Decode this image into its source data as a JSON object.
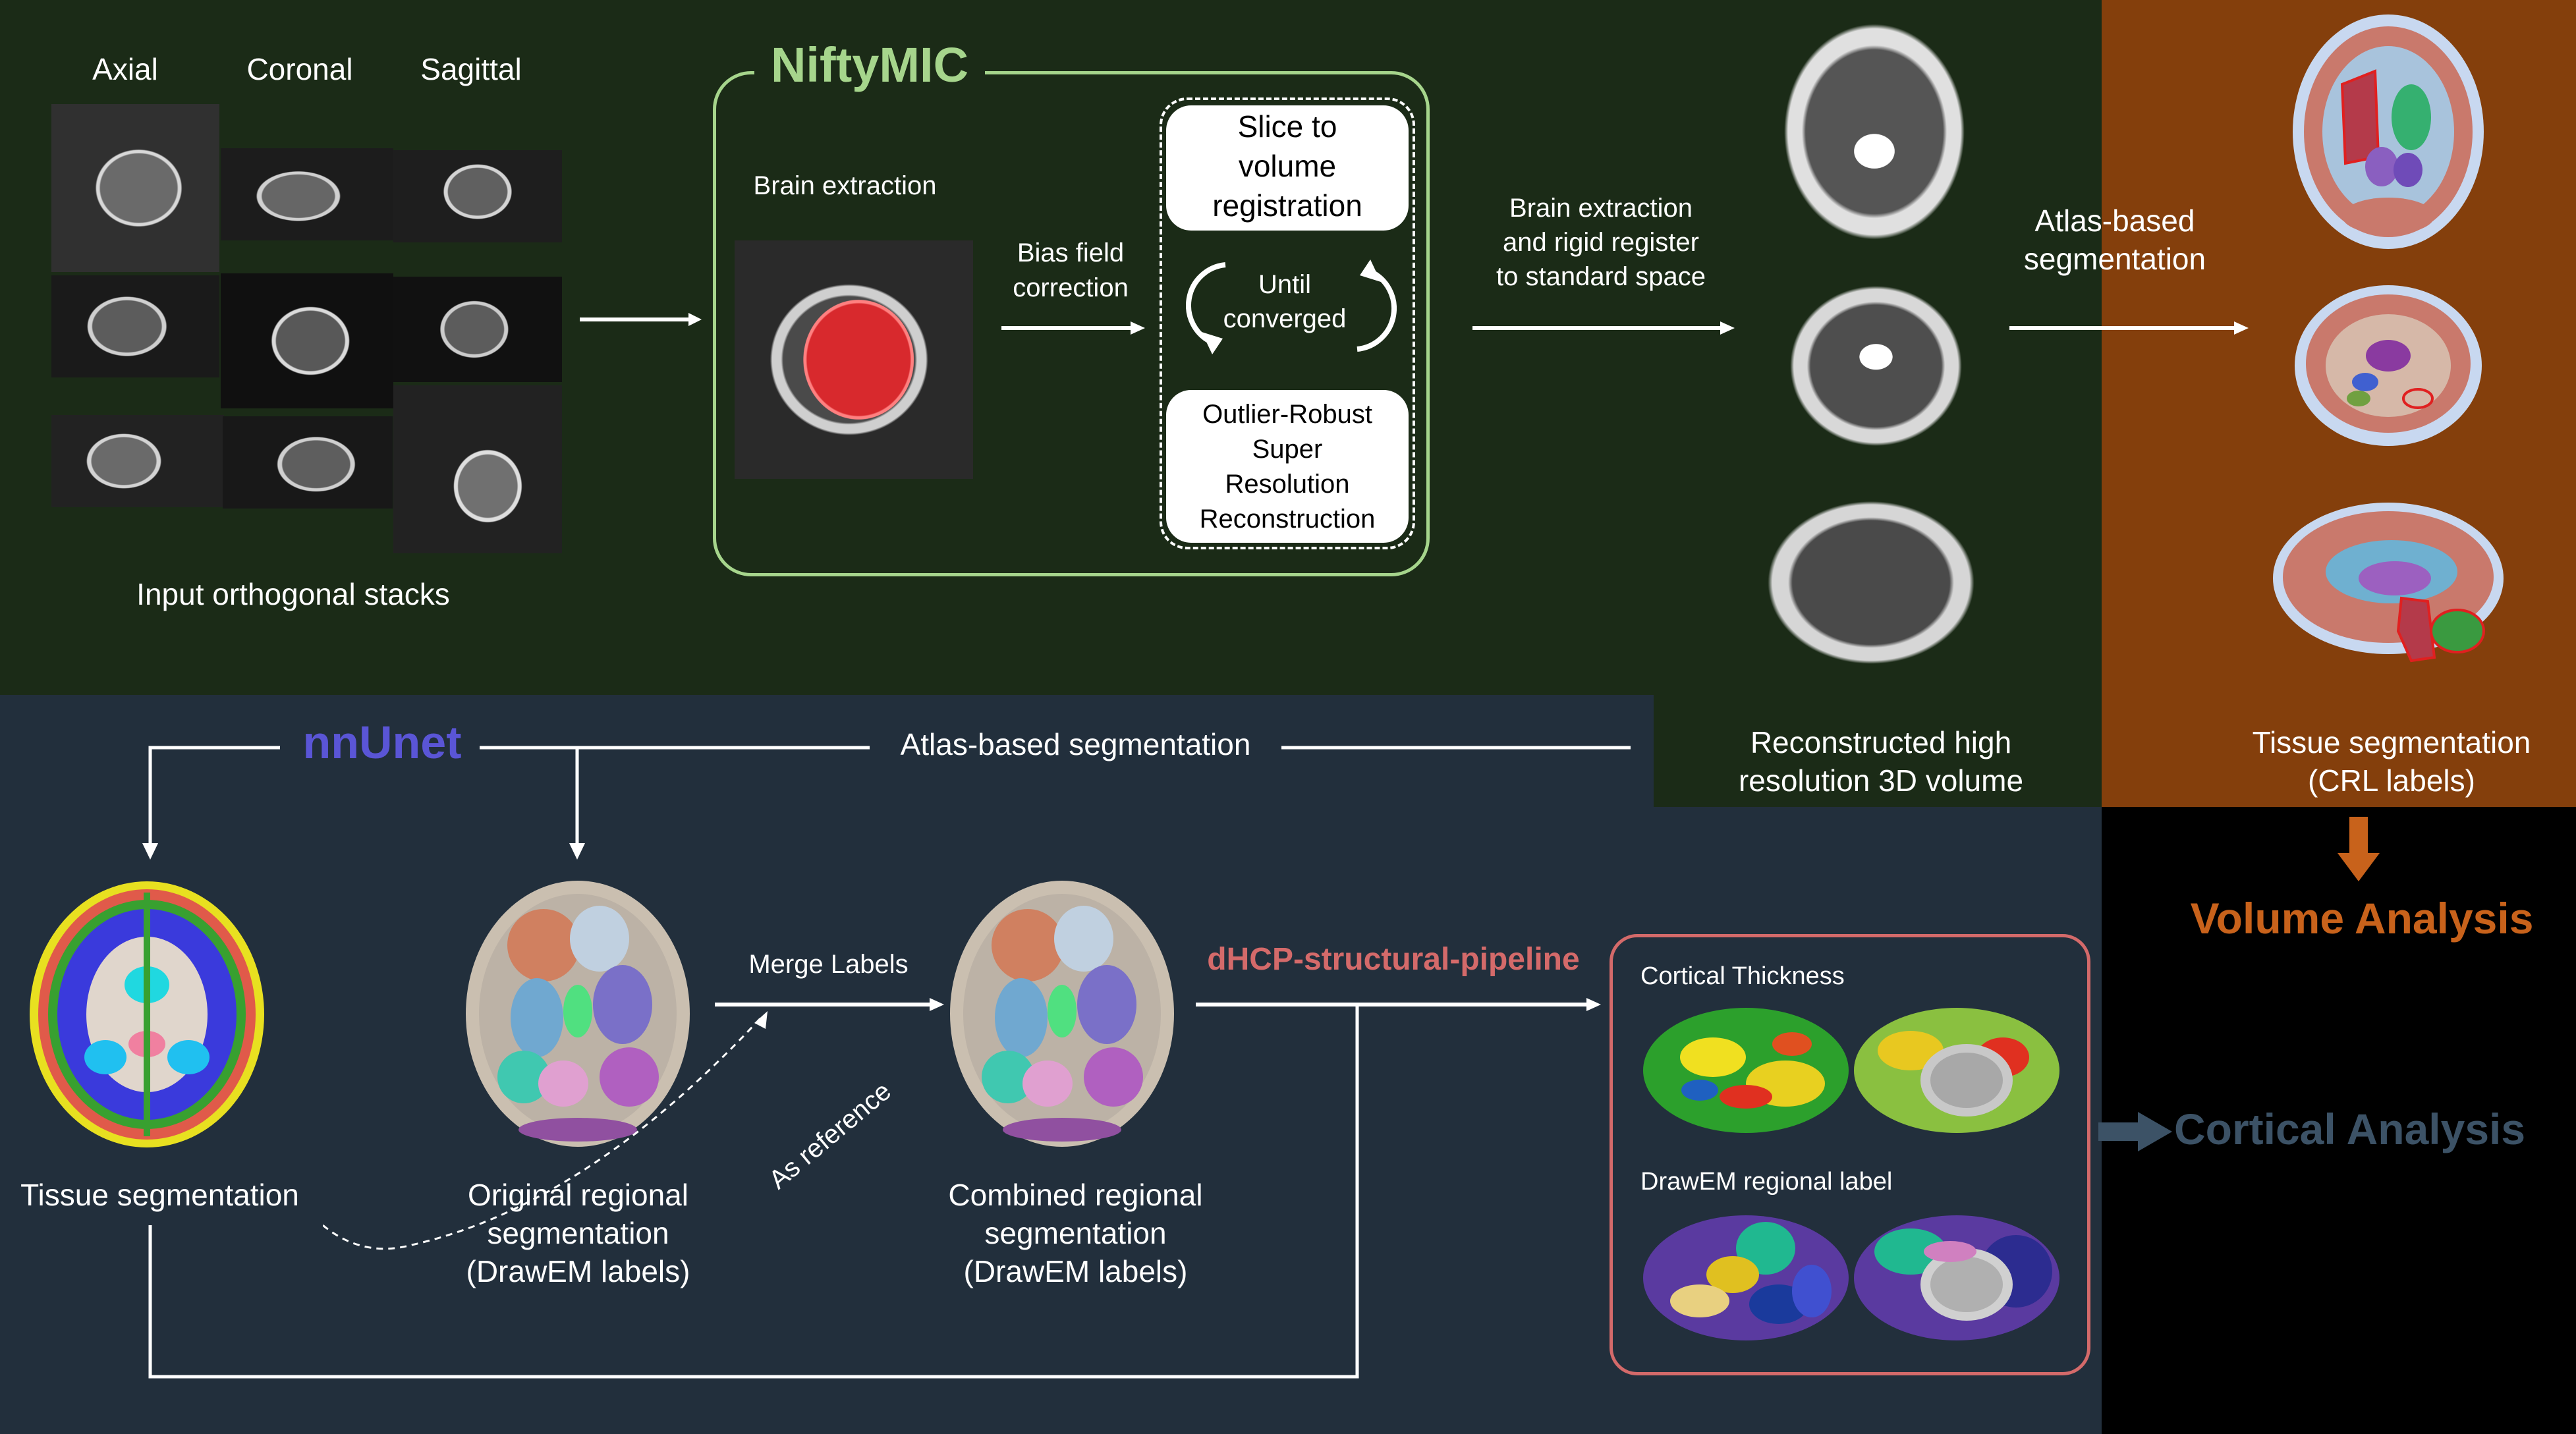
{
  "top": {
    "stack_views": [
      "Axial",
      "Coronal",
      "Sagittal"
    ],
    "input_caption": "Input orthogonal stacks",
    "niftymic_title": "NiftyMIC",
    "brain_extraction": "Brain extraction",
    "bias_field": [
      "Bias field",
      "correction"
    ],
    "slice_to_volume": [
      "Slice to",
      "volume",
      "registration"
    ],
    "until_converged": [
      "Until",
      "converged"
    ],
    "outlier_robust": [
      "Outlier-Robust",
      "Super",
      "Resolution",
      "Reconstruction"
    ],
    "register_label": [
      "Brain extraction",
      "and rigid register",
      "to standard space"
    ],
    "reconstructed_caption": [
      "Reconstructed high",
      "resolution 3D volume"
    ],
    "atlas_top": [
      "Atlas-based",
      "segmentation"
    ],
    "tissue_crl": [
      "Tissue segmentation",
      "(CRL labels)"
    ],
    "volume_analysis": "Volume Analysis"
  },
  "bottom": {
    "nnunet_title": "nnUnet",
    "atlas_bottom": "Atlas-based segmentation",
    "tissue_caption": "Tissue segmentation",
    "original_caption": [
      "Original regional",
      "segmentation",
      "(DrawEM labels)"
    ],
    "merge_labels": "Merge Labels",
    "as_reference": "As reference",
    "combined_caption": [
      "Combined regional",
      "segmentation",
      "(DrawEM labels)"
    ],
    "dhcp_title": "dHCP-structural-pipeline",
    "cortical_thickness": "Cortical Thickness",
    "drawem_regional": "DrawEM regional label",
    "cortical_analysis": "Cortical Analysis"
  },
  "colors": {
    "top_bg": "#1b2b17",
    "bottom_bg": "#222f3c",
    "crl_bg": "#843f0c",
    "niftymic": "#a6d58c",
    "nnunet": "#5a55d6",
    "dhcp": "#d46a6a",
    "volume_analysis": "#c8621b",
    "cortical_analysis": "#3c5266"
  }
}
